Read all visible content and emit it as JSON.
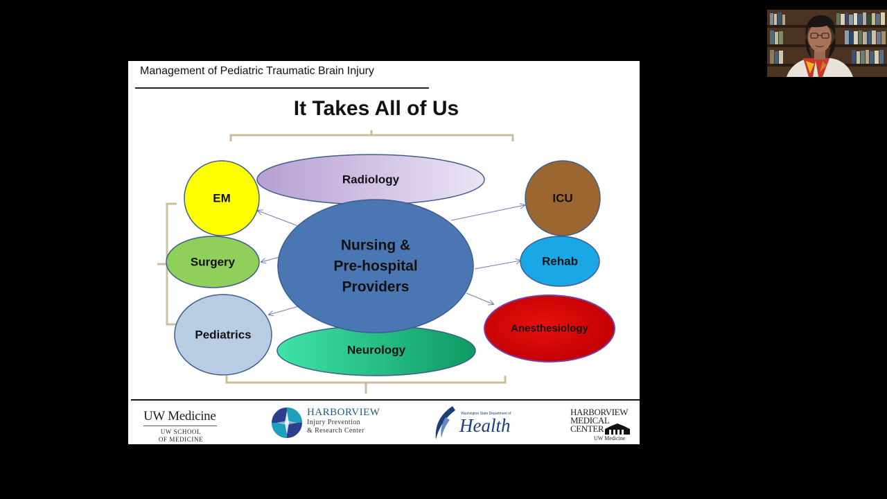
{
  "slide": {
    "header_title": "Management of Pediatric Traumatic Brain Injury",
    "title": "It Takes All of Us"
  },
  "diagram": {
    "center": {
      "lines": [
        "Nursing &",
        "Pre-hospital",
        "Providers"
      ],
      "color": "#4a77b4"
    },
    "nodes": {
      "radiology": {
        "label": "Radiology",
        "color": "#c7b3dc"
      },
      "em": {
        "label": "EM",
        "color": "#ffff00"
      },
      "surgery": {
        "label": "Surgery",
        "color": "#8fcf5a"
      },
      "pediatrics": {
        "label": "Pediatrics",
        "color": "#b8cce4"
      },
      "neurology": {
        "label": "Neurology",
        "color": "#22c78e"
      },
      "icu": {
        "label": "ICU",
        "color": "#9c6630"
      },
      "rehab": {
        "label": "Rehab",
        "color": "#1aa7e6"
      },
      "anesthesiology": {
        "label": "Anesthesiology",
        "color": "#d90000"
      }
    }
  },
  "footer": {
    "uw": {
      "name": "UW Medicine",
      "sub1": "UW SCHOOL",
      "sub2": "OF MEDICINE"
    },
    "harborview_iprc": {
      "name": "HARBORVIEW",
      "line1": "Injury Prevention",
      "line2": "& Research Center"
    },
    "wa_health": {
      "small": "Washington State Department of",
      "big": "Health"
    },
    "hmc": {
      "l1": "HARBORVIEW",
      "l2": "MEDICAL",
      "l3": "CENTER",
      "uwm": "UW Medicine"
    }
  }
}
